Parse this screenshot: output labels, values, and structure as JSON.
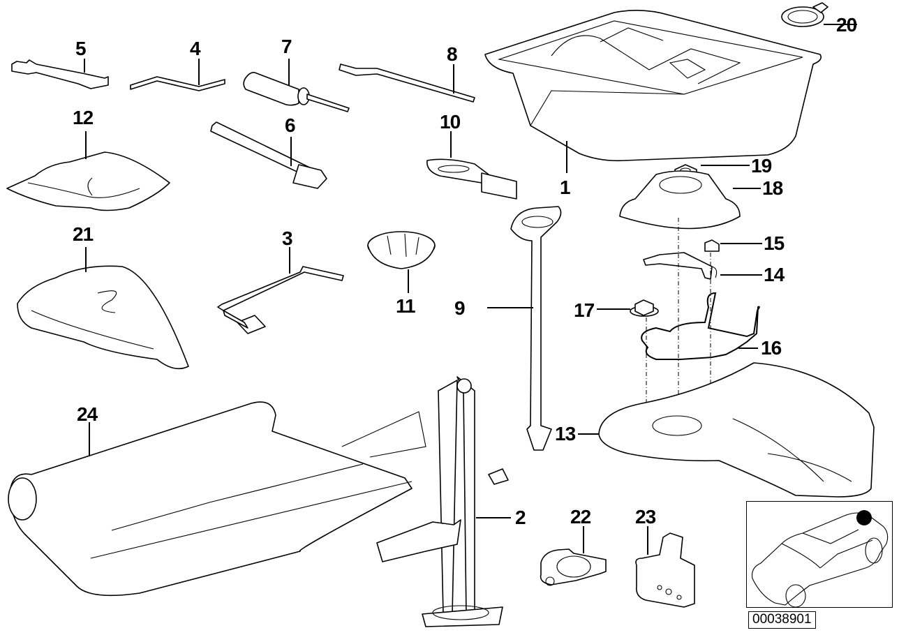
{
  "diagram": {
    "type": "exploded-parts-diagram",
    "subject": "Car tool kit, lifting jack and spare wheel tray",
    "document_number": "00038901",
    "callouts": [
      {
        "id": "1",
        "part": "tool-tray"
      },
      {
        "id": "2",
        "part": "lifting-jack"
      },
      {
        "id": "3",
        "part": "hex-key-socket-wrench"
      },
      {
        "id": "4",
        "part": "hex-key"
      },
      {
        "id": "5",
        "part": "open-end-wrench"
      },
      {
        "id": "6",
        "part": "box-wrench"
      },
      {
        "id": "7",
        "part": "screwdriver"
      },
      {
        "id": "8",
        "part": "screwdriver-bit-handle"
      },
      {
        "id": "9",
        "part": "jack-crank-handle"
      },
      {
        "id": "10",
        "part": "towing-eye"
      },
      {
        "id": "11",
        "part": "wheel-chock"
      },
      {
        "id": "12",
        "part": "cloth-pouch"
      },
      {
        "id": "13",
        "part": "spare-wheel-well-cover"
      },
      {
        "id": "14",
        "part": "bracket"
      },
      {
        "id": "15",
        "part": "nut"
      },
      {
        "id": "16",
        "part": "wire-holder"
      },
      {
        "id": "17",
        "part": "collar-nut"
      },
      {
        "id": "18",
        "part": "support-cup"
      },
      {
        "id": "19",
        "part": "hex-nut"
      },
      {
        "id": "20",
        "part": "ring-clip"
      },
      {
        "id": "21",
        "part": "tool-bag"
      },
      {
        "id": "22",
        "part": "gasket"
      },
      {
        "id": "23",
        "part": "clamp"
      },
      {
        "id": "24",
        "part": "tool-roll"
      }
    ],
    "inset": {
      "label": "vehicle-location-marker",
      "description": "Sedan outline with dot at rear trunk"
    }
  }
}
